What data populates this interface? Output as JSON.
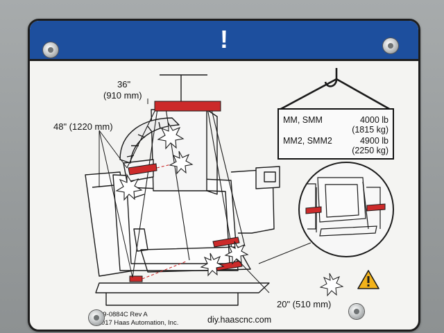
{
  "banner": {
    "symbol": "!"
  },
  "dimensions": {
    "top_span_in": "36\"",
    "top_span_mm": "(910 mm)",
    "side_span": "48\" (1220 mm)",
    "bottom_span": "20\" (510 mm)"
  },
  "weights": [
    {
      "model": "MM, SMM",
      "lb": "4000 lb",
      "kg": "(1815 kg)"
    },
    {
      "model": "MM2, SMM2",
      "lb": "4900 lb",
      "kg": "(2250 kg)"
    }
  ],
  "footer": {
    "part_number": "29-0884C Rev A",
    "copyright": "© 2017 Haas Automation, Inc.",
    "website": "diy.haascnc.com"
  },
  "colors": {
    "banner": "#1d4f9e",
    "strap": "#cc2a2a",
    "warning": "#f2b21a"
  },
  "icons": [
    "hoist-hook-icon",
    "warning-triangle-icon",
    "impact-star-icon",
    "mounting-screw-icon"
  ]
}
